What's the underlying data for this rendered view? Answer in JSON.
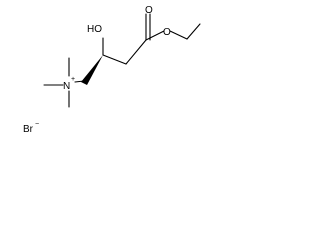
{
  "molecule": {
    "atoms": {
      "hydroxyl": "HO",
      "carbonyl_oxygen": "O",
      "ester_oxygen": "O",
      "nitrogen": "N",
      "nitrogen_charge": "+",
      "counterion": "Br",
      "counterion_charge": "−"
    },
    "stereo_bond": "wedge",
    "colors": {
      "line": "#000000",
      "background": "#ffffff"
    }
  }
}
